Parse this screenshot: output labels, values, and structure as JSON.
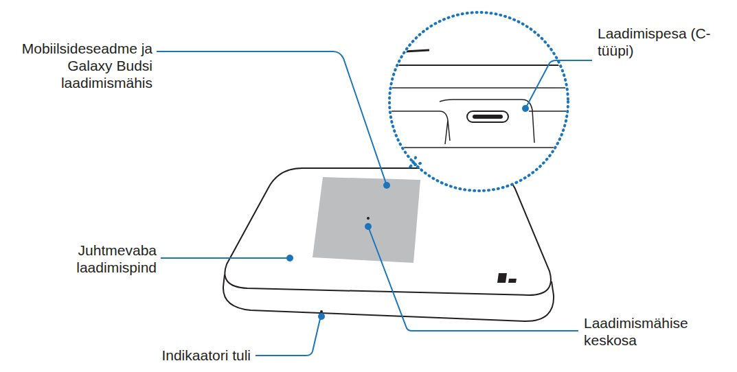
{
  "diagram": {
    "labels": [
      "Mobiilsideseadme ja Galaxy Budsi laadimismähis",
      "Laadimispesa (C-tüüpi)",
      "Juhtmevaba laadimispind",
      "Laadimismähise keskosa",
      "Indikaatori tuli"
    ]
  }
}
